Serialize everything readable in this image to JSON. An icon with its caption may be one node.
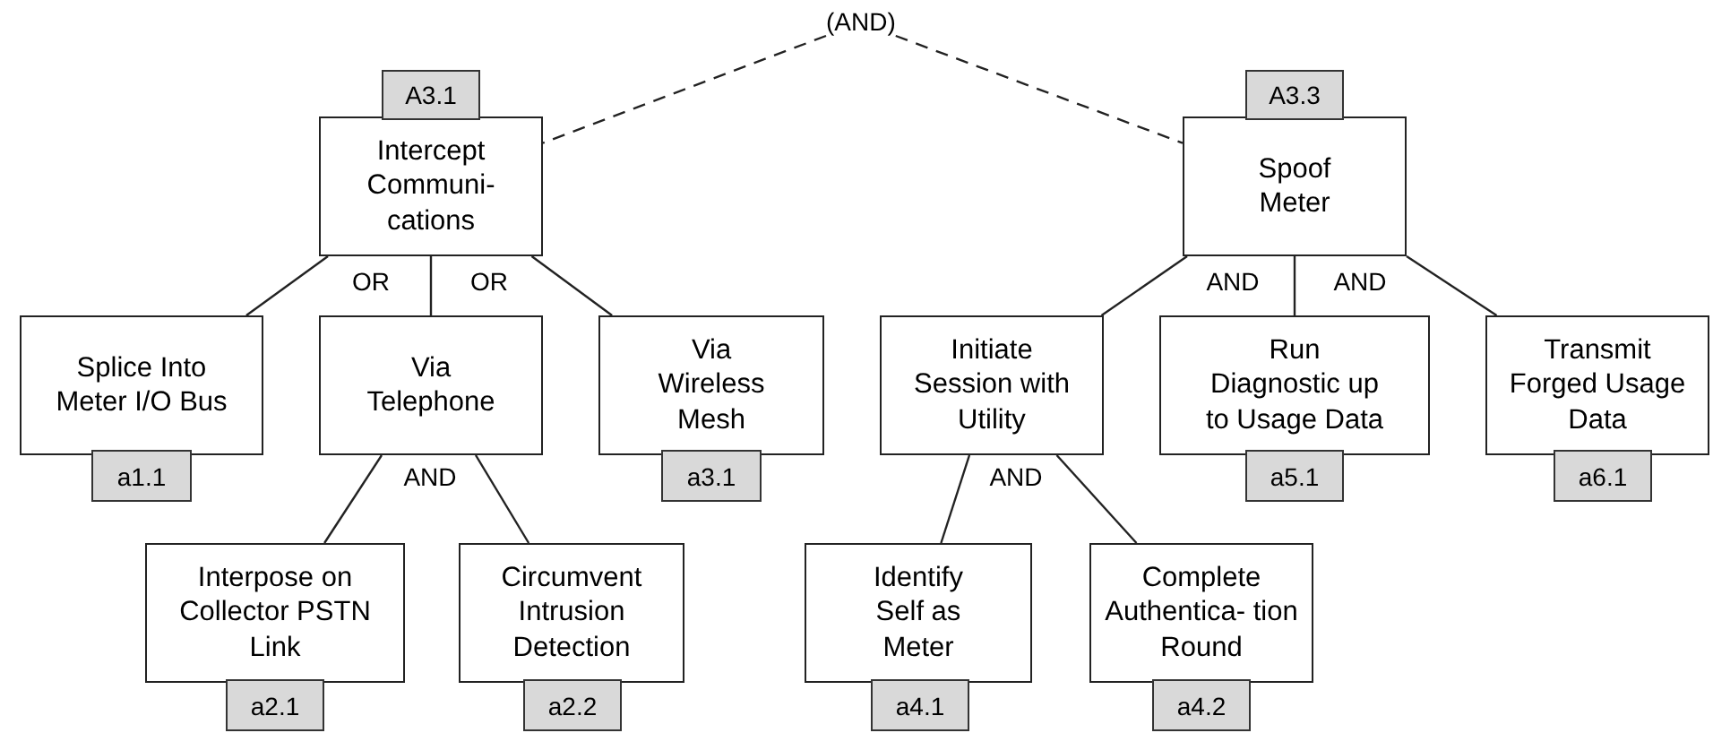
{
  "diagram": {
    "nodes": [
      {
        "text": [
          "(AND)"
        ]
      },
      {
        "text": [
          "A3.1",
          "Intercept Communi- cations"
        ]
      },
      {
        "text": [
          "A3.3",
          "Spoof Meter"
        ]
      },
      {
        "text": [
          "Splice Into Meter I/O Bus",
          "a1.1"
        ]
      },
      {
        "text": [
          "Via Telephone"
        ]
      },
      {
        "text": [
          "Via Wireless Mesh",
          "a3.1"
        ]
      },
      {
        "text": [
          "Initiate Session with Utility"
        ]
      },
      {
        "text": [
          "Run Diagnostic up to Usage Data",
          "a5.1"
        ]
      },
      {
        "text": [
          "Transmit Forged Usage Data",
          "a6.1"
        ]
      },
      {
        "text": [
          "Interpose on Collector PSTN Link",
          "a2.1"
        ]
      },
      {
        "text": [
          "Circumvent Intrusion Detection",
          "a2.2"
        ]
      },
      {
        "text": [
          "Identify Self as Meter",
          "a4.1"
        ]
      },
      {
        "text": [
          "Complete Authentica- tion Round",
          "a4.2"
        ]
      }
    ],
    "edges": [
      {
        "from": 0,
        "to": 1,
        "arrow": "none",
        "style": "dashed"
      },
      {
        "from": 0,
        "to": 2,
        "arrow": "none",
        "style": "dashed"
      },
      {
        "from": 1,
        "to": 3,
        "arrow": "none"
      },
      {
        "from": 1,
        "to": 4,
        "arrow": "none"
      },
      {
        "from": 1,
        "to": 5,
        "arrow": "none"
      },
      {
        "from": 4,
        "to": 9,
        "arrow": "none"
      },
      {
        "from": 4,
        "to": 10,
        "arrow": "none"
      },
      {
        "from": 2,
        "to": 6,
        "arrow": "none"
      },
      {
        "from": 2,
        "to": 7,
        "arrow": "none"
      },
      {
        "from": 2,
        "to": 8,
        "arrow": "none"
      },
      {
        "from": 6,
        "to": 11,
        "arrow": "none"
      },
      {
        "from": 6,
        "to": 12,
        "arrow": "none"
      }
    ],
    "labels": [
      "OR",
      "OR",
      "AND",
      "AND",
      "AND",
      "AND"
    ]
  }
}
